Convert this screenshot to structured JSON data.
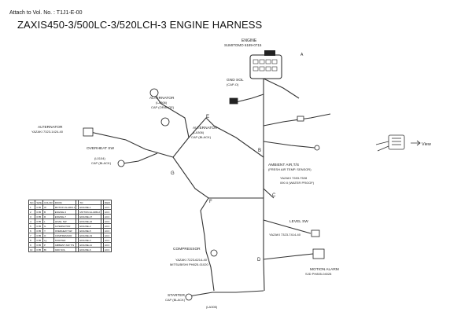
{
  "header": {
    "attach_text": "Attach to Vol. No. : T1J1-E-00",
    "title": "ZAXIS450-3/500LC-3/520LCH-3 ENGINE HARNESS"
  },
  "labels": {
    "engine": "ENGINE",
    "engine_part": "SUMITOMO 6189-0715",
    "view_a": "A",
    "view": "View",
    "alternator_cap_o": "ALTERNATOR",
    "alternator_cap_o_part": "(LA306)",
    "alternator_cap_o_sub": "CAP (ORANGE)",
    "alternator_cap_b": "ALTERNATOR",
    "alternator_cap_b_part": "(LA306)",
    "alternator_cap_b_sub": "CAP (BLACK)",
    "gnd_sol": "GND SOL",
    "gnd_sol_sub": "(CAP-O)",
    "alternator_left": "ALTERNATOR",
    "alternator_left_part": "YAZAKI 7323-1424-40",
    "overheat_sw": "OVERHEAT SW",
    "overheat_part": "(L0104)",
    "overheat_cap": "CAP (BLACK)",
    "ambient": "AMBIENT AIR,T/S",
    "ambient_sub": "(FRESH AIR TEMP. SENSOR)",
    "ambient_part": "YAZAKI 7283-7528",
    "ambient_part2": "090 II (WATER PROOF)",
    "level_sw": "LEVEL SW",
    "level_part": "YAZAKI 7323-7414-40",
    "compressor": "COMPRESSOR",
    "compressor_part": "MITSUBISHI PH825-01020",
    "compressor_part2": "YAZAKI 7223-6214-40",
    "motion_alarm": "MOTION ALARM",
    "motion_part": "SJD PH805-04028",
    "starter": "STARTER",
    "starter_cap": "CAP (BLACK)",
    "starter_part": "(LA305)",
    "node_b": "B",
    "node_c": "C",
    "node_d": "D",
    "node_e": "E",
    "node_f": "F",
    "node_g": "G"
  },
  "wire_table": {
    "headers": [
      "NO.",
      "SIZE",
      "COLOR",
      "FROM",
      "",
      "TO",
      "",
      "REM"
    ],
    "rows": [
      [
        "1",
        "0.85",
        "W",
        "MOTION ALARM-1",
        "",
        "ENGINE-1",
        "",
        "ACC"
      ],
      [
        "2",
        "0.85",
        "B",
        "ENGINE-3",
        "",
        "MOTION ALARM-2",
        "",
        "ACC"
      ],
      [
        "3",
        "0.85",
        "R",
        "ENGINE-7",
        "",
        "ENGINE-17",
        "",
        "ACC"
      ],
      [
        "4",
        "0.85",
        "L",
        "LEVEL SW",
        "",
        "ENGINE-22",
        "",
        "ACC"
      ],
      [
        "5",
        "0.85",
        "G",
        "ALTERNATOR",
        "",
        "ENGINE-2",
        "",
        "ACC"
      ],
      [
        "6",
        "0.85",
        "Y",
        "OVERHEAT SW",
        "",
        "ENGINE-5",
        "",
        "ACC"
      ],
      [
        "7",
        "0.85",
        "O",
        "COMPRESSOR",
        "",
        "ENGINE-19",
        "",
        "ACC"
      ],
      [
        "8",
        "0.85",
        "Lg",
        "STARTER",
        "",
        "ENGINE-4",
        "",
        "ACC"
      ],
      [
        "9",
        "0.85",
        "P",
        "AMBIENT AIR T/S",
        "",
        "ENGINE-11",
        "",
        "ACC"
      ],
      [
        "10",
        "0.85",
        "Br",
        "GND SOL",
        "",
        "ENGINE-6",
        "",
        "ACC"
      ]
    ]
  }
}
